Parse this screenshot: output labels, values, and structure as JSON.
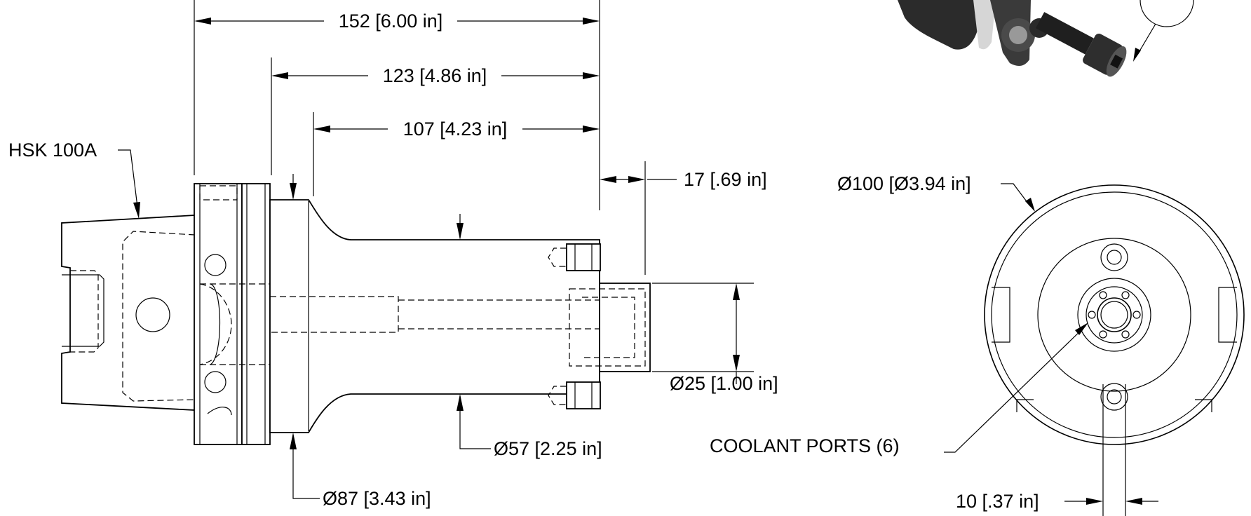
{
  "dimensions": {
    "overall_length": "152 [6.00 in]",
    "flange_to_end": "123 [4.86 in]",
    "shank_length": "107 [4.23 in]",
    "pilot_length": "17 [.69 in]",
    "pilot_diameter": "Ø25 [1.00 in]",
    "shank_diameter": "Ø57 [2.25 in]",
    "flange_diameter": "Ø87 [3.43 in]",
    "face_diameter": "Ø100 [Ø3.94 in]",
    "slot_width": "10 [.37 in]"
  },
  "callouts": {
    "taper": "HSK 100A",
    "coolant": "COOLANT PORTS (6)"
  }
}
